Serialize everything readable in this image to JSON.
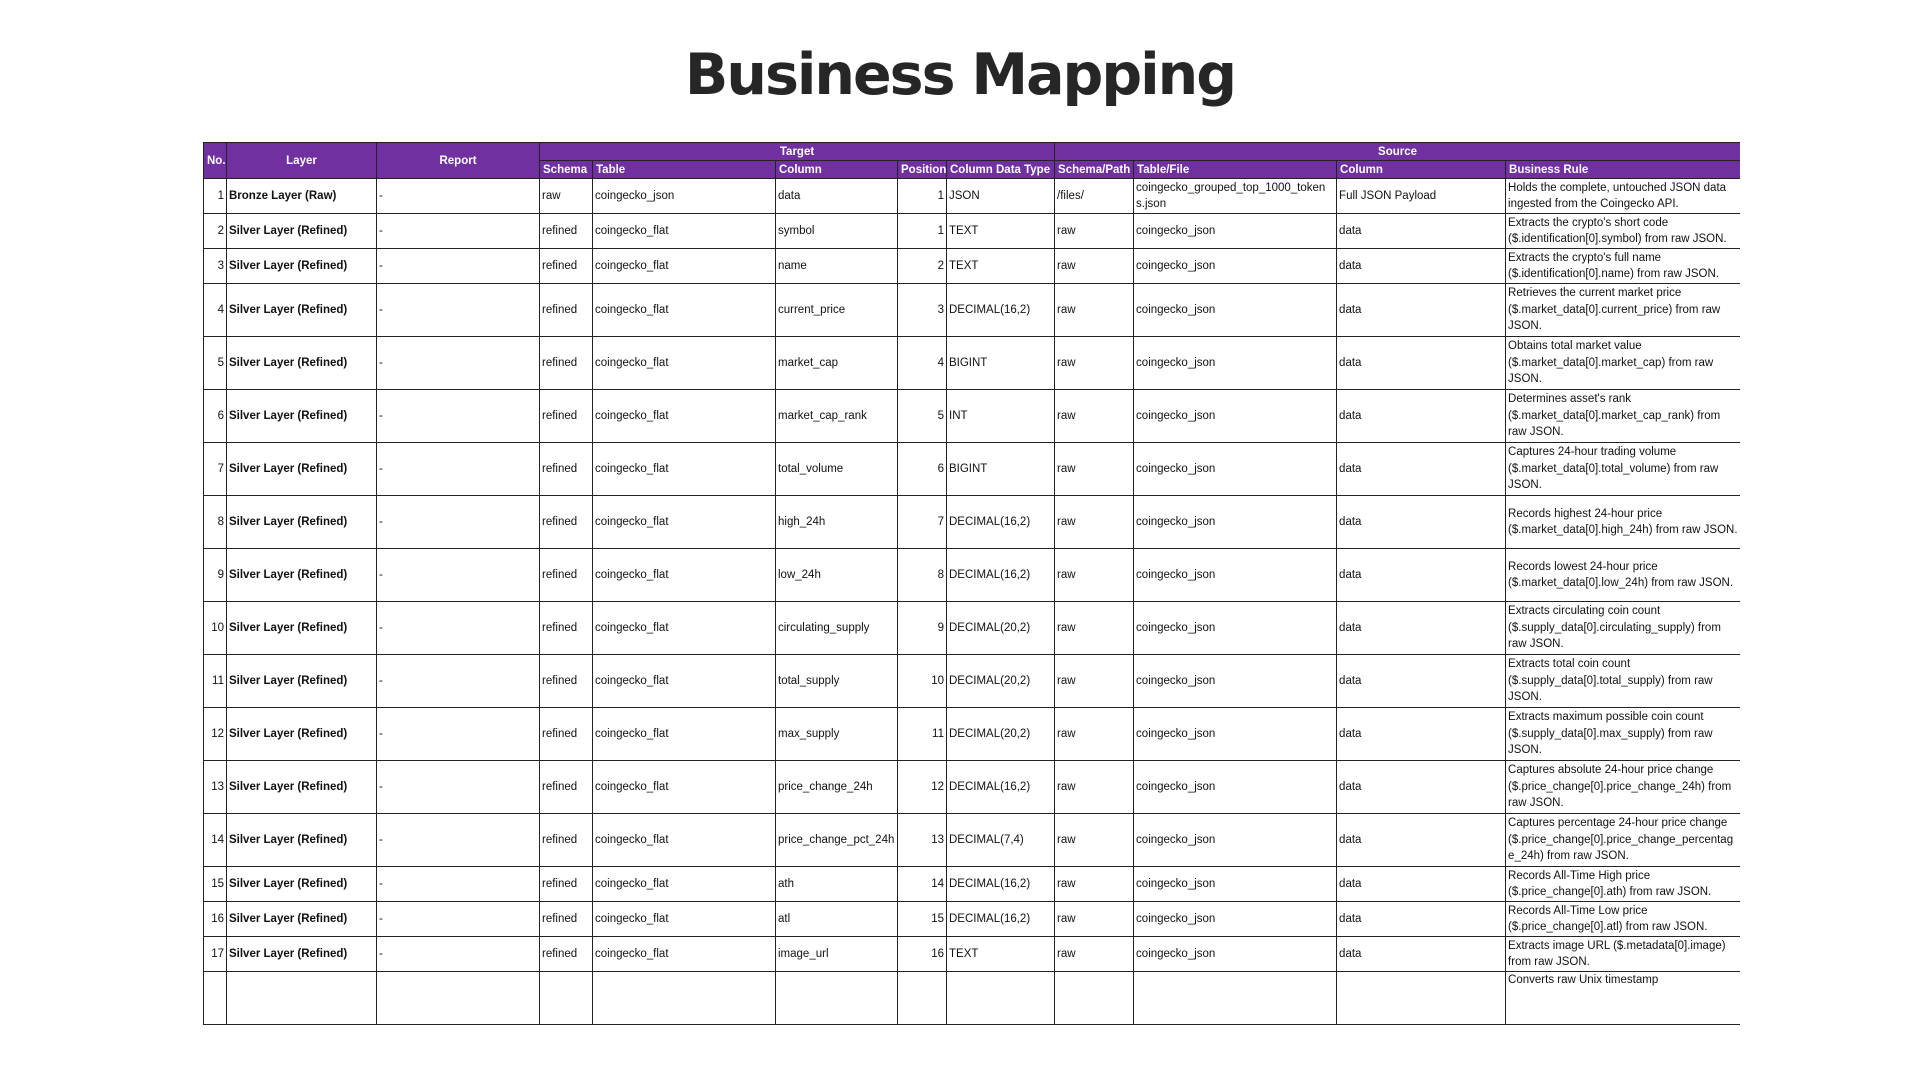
{
  "title": "Business Mapping",
  "table": {
    "group_headers": {
      "target": "Target",
      "source": "Source"
    },
    "columns": {
      "no": "No.",
      "layer": "Layer",
      "report": "Report",
      "schema": "Schema",
      "table": "Table",
      "column": "Column",
      "position": "Position",
      "data_type": "Column Data Type",
      "schema_path": "Schema/Path",
      "table_file": "Table/File",
      "source_column": "Column",
      "business_rule": "Business Rule"
    },
    "rows": [
      {
        "no": "1",
        "layer": "Bronze Layer (Raw)",
        "report": "-",
        "schema": "raw",
        "table": "coingecko_json",
        "column": "data",
        "position": "1",
        "data_type": "JSON",
        "schema_path": "/files/",
        "table_file": "coingecko_grouped_top_1000_tokens.json",
        "source_column": "Full JSON Payload",
        "business_rule": "Holds the complete, untouched JSON data ingested from the Coingecko API."
      },
      {
        "no": "2",
        "layer": "Silver Layer (Refined)",
        "report": "-",
        "schema": "refined",
        "table": "coingecko_flat",
        "column": "symbol",
        "position": "1",
        "data_type": "TEXT",
        "schema_path": "raw",
        "table_file": "coingecko_json",
        "source_column": "data",
        "business_rule": "Extracts the crypto's short code ($.identification[0].symbol) from raw JSON."
      },
      {
        "no": "3",
        "layer": "Silver Layer (Refined)",
        "report": "-",
        "schema": "refined",
        "table": "coingecko_flat",
        "column": "name",
        "position": "2",
        "data_type": "TEXT",
        "schema_path": "raw",
        "table_file": "coingecko_json",
        "source_column": "data",
        "business_rule": "Extracts the crypto's full name ($.identification[0].name) from raw JSON."
      },
      {
        "no": "4",
        "layer": "Silver Layer (Refined)",
        "report": "-",
        "schema": "refined",
        "table": "coingecko_flat",
        "column": "current_price",
        "position": "3",
        "data_type": "DECIMAL(16,2)",
        "schema_path": "raw",
        "table_file": "coingecko_json",
        "source_column": "data",
        "business_rule": "Retrieves the current market price ($.market_data[0].current_price) from raw JSON."
      },
      {
        "no": "5",
        "layer": "Silver Layer (Refined)",
        "report": "-",
        "schema": "refined",
        "table": "coingecko_flat",
        "column": "market_cap",
        "position": "4",
        "data_type": "BIGINT",
        "schema_path": "raw",
        "table_file": "coingecko_json",
        "source_column": "data",
        "business_rule": "Obtains total market value ($.market_data[0].market_cap) from raw JSON."
      },
      {
        "no": "6",
        "layer": "Silver Layer (Refined)",
        "report": "-",
        "schema": "refined",
        "table": "coingecko_flat",
        "column": "market_cap_rank",
        "position": "5",
        "data_type": "INT",
        "schema_path": "raw",
        "table_file": "coingecko_json",
        "source_column": "data",
        "business_rule": "Determines asset's rank ($.market_data[0].market_cap_rank) from raw JSON."
      },
      {
        "no": "7",
        "layer": "Silver Layer (Refined)",
        "report": "-",
        "schema": "refined",
        "table": "coingecko_flat",
        "column": "total_volume",
        "position": "6",
        "data_type": "BIGINT",
        "schema_path": "raw",
        "table_file": "coingecko_json",
        "source_column": "data",
        "business_rule": "Captures 24-hour trading volume ($.market_data[0].total_volume) from raw JSON."
      },
      {
        "no": "8",
        "layer": "Silver Layer (Refined)",
        "report": "-",
        "schema": "refined",
        "table": "coingecko_flat",
        "column": "high_24h",
        "position": "7",
        "data_type": "DECIMAL(16,2)",
        "schema_path": "raw",
        "table_file": "coingecko_json",
        "source_column": "data",
        "business_rule": "Records highest 24-hour price ($.market_data[0].high_24h) from raw JSON."
      },
      {
        "no": "9",
        "layer": "Silver Layer (Refined)",
        "report": "-",
        "schema": "refined",
        "table": "coingecko_flat",
        "column": "low_24h",
        "position": "8",
        "data_type": "DECIMAL(16,2)",
        "schema_path": "raw",
        "table_file": "coingecko_json",
        "source_column": "data",
        "business_rule": "Records lowest 24-hour price ($.market_data[0].low_24h) from raw JSON."
      },
      {
        "no": "10",
        "layer": "Silver Layer (Refined)",
        "report": "-",
        "schema": "refined",
        "table": "coingecko_flat",
        "column": "circulating_supply",
        "position": "9",
        "data_type": "DECIMAL(20,2)",
        "schema_path": "raw",
        "table_file": "coingecko_json",
        "source_column": "data",
        "business_rule": "Extracts circulating coin count ($.supply_data[0].circulating_supply) from raw JSON."
      },
      {
        "no": "11",
        "layer": "Silver Layer (Refined)",
        "report": "-",
        "schema": "refined",
        "table": "coingecko_flat",
        "column": "total_supply",
        "position": "10",
        "data_type": "DECIMAL(20,2)",
        "schema_path": "raw",
        "table_file": "coingecko_json",
        "source_column": "data",
        "business_rule": "Extracts total coin count ($.supply_data[0].total_supply) from raw JSON."
      },
      {
        "no": "12",
        "layer": "Silver Layer (Refined)",
        "report": "-",
        "schema": "refined",
        "table": "coingecko_flat",
        "column": "max_supply",
        "position": "11",
        "data_type": "DECIMAL(20,2)",
        "schema_path": "raw",
        "table_file": "coingecko_json",
        "source_column": "data",
        "business_rule": "Extracts maximum possible coin count ($.supply_data[0].max_supply) from raw JSON."
      },
      {
        "no": "13",
        "layer": "Silver Layer (Refined)",
        "report": "-",
        "schema": "refined",
        "table": "coingecko_flat",
        "column": "price_change_24h",
        "position": "12",
        "data_type": "DECIMAL(16,2)",
        "schema_path": "raw",
        "table_file": "coingecko_json",
        "source_column": "data",
        "business_rule": "Captures absolute 24-hour price change ($.price_change[0].price_change_24h) from raw JSON."
      },
      {
        "no": "14",
        "layer": "Silver Layer (Refined)",
        "report": "-",
        "schema": "refined",
        "table": "coingecko_flat",
        "column": "price_change_pct_24h",
        "position": "13",
        "data_type": "DECIMAL(7,4)",
        "schema_path": "raw",
        "table_file": "coingecko_json",
        "source_column": "data",
        "business_rule": "Captures percentage 24-hour price change ($.price_change[0].price_change_percentage_24h) from raw JSON."
      },
      {
        "no": "15",
        "layer": "Silver Layer (Refined)",
        "report": "-",
        "schema": "refined",
        "table": "coingecko_flat",
        "column": "ath",
        "position": "14",
        "data_type": "DECIMAL(16,2)",
        "schema_path": "raw",
        "table_file": "coingecko_json",
        "source_column": "data",
        "business_rule": "Records All-Time High price ($.price_change[0].ath) from raw JSON."
      },
      {
        "no": "16",
        "layer": "Silver Layer (Refined)",
        "report": "-",
        "schema": "refined",
        "table": "coingecko_flat",
        "column": "atl",
        "position": "15",
        "data_type": "DECIMAL(16,2)",
        "schema_path": "raw",
        "table_file": "coingecko_json",
        "source_column": "data",
        "business_rule": "Records All-Time Low price ($.price_change[0].atl) from raw JSON."
      },
      {
        "no": "17",
        "layer": "Silver Layer (Refined)",
        "report": "-",
        "schema": "refined",
        "table": "coingecko_flat",
        "column": "image_url",
        "position": "16",
        "data_type": "TEXT",
        "schema_path": "raw",
        "table_file": "coingecko_json",
        "source_column": "data",
        "business_rule": "Extracts image URL ($.metadata[0].image) from raw JSON."
      },
      {
        "no": "",
        "layer": "",
        "report": "",
        "schema": "",
        "table": "",
        "column": "",
        "position": "",
        "data_type": "",
        "schema_path": "",
        "table_file": "",
        "source_column": "",
        "business_rule": "Converts raw Unix timestamp"
      }
    ]
  },
  "colors": {
    "header_bg": "#7030a0",
    "header_text": "#ffffff",
    "grid": "#222222",
    "title": "#262626"
  }
}
